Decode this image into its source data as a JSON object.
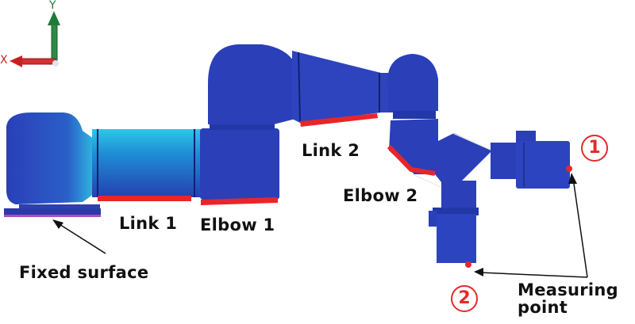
{
  "axes": {
    "x_label": "X",
    "y_label": "Y",
    "x_color": "#cc2222",
    "y_color": "#1e7a3a"
  },
  "labels": {
    "fixed_surface": "Fixed surface",
    "link1": "Link 1",
    "elbow1": "Elbow 1",
    "link2": "Link 2",
    "elbow2": "Elbow 2",
    "measuring_point_line1": "Measuring",
    "measuring_point_line2": "point"
  },
  "markers": {
    "point1": "1",
    "point2": "2"
  },
  "colors": {
    "robot_body": "#2a3fb8",
    "highlight": "#e8262a",
    "base_plate": "#b04ac0",
    "stress_cyan": "#2fc6e8"
  }
}
